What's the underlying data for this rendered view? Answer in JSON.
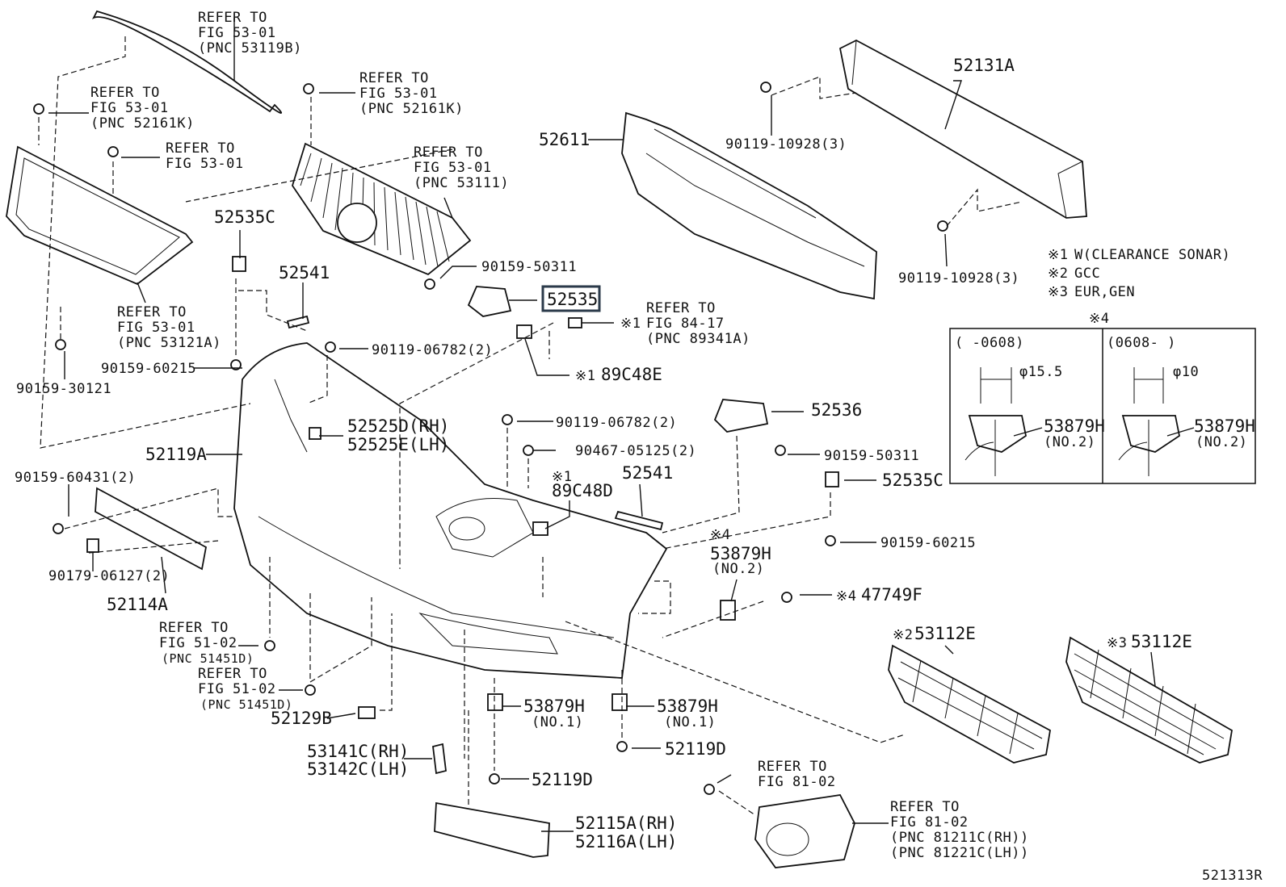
{
  "callouts": [
    {
      "id": "c1",
      "lines": [
        "REFER TO",
        "FIG 53-01",
        "(PNC 53119B)"
      ]
    },
    {
      "id": "c2",
      "lines": [
        "REFER TO",
        "FIG 53-01",
        "(PNC 52161K)"
      ]
    },
    {
      "id": "c3",
      "lines": [
        "REFER TO",
        "FIG 53-01",
        "(PNC 52161K)"
      ]
    },
    {
      "id": "c4",
      "lines": [
        "REFER TO",
        "FIG 53-01"
      ]
    },
    {
      "id": "c5",
      "lines": [
        "REFER TO",
        "FIG 53-01",
        "(PNC 53111)"
      ]
    },
    {
      "id": "c6",
      "lines": [
        "REFER TO",
        "FIG 53-01",
        "(PNC 53121A)"
      ]
    },
    {
      "id": "c7",
      "lines": [
        "REFER TO",
        "FIG 84-17",
        "(PNC 89341A)"
      ]
    },
    {
      "id": "c8",
      "lines": [
        "REFER TO",
        "FIG 51-02",
        "(PNC 51451D)"
      ]
    },
    {
      "id": "c9",
      "lines": [
        "REFER TO",
        "FIG 51-02",
        "(PNC 51451D)"
      ]
    },
    {
      "id": "c10",
      "lines": [
        "REFER TO",
        "FIG 81-02"
      ]
    },
    {
      "id": "c11",
      "lines": [
        "REFER TO",
        "FIG 81-02",
        "(PNC 81211C(RH))",
        "(PNC 81221C(LH))"
      ]
    }
  ],
  "parts": [
    {
      "id": "p52131A",
      "text": "52131A"
    },
    {
      "id": "p52611",
      "text": "52611"
    },
    {
      "id": "p90119a",
      "text": "90119-10928(3)"
    },
    {
      "id": "p90119b",
      "text": "90119-10928(3)"
    },
    {
      "id": "p52535C_1",
      "text": "52535C"
    },
    {
      "id": "p52541_1",
      "text": "52541"
    },
    {
      "id": "p90159_50311a",
      "text": "90159-50311"
    },
    {
      "id": "p52535",
      "text": "52535"
    },
    {
      "id": "p90159_60215a",
      "text": "90159-60215"
    },
    {
      "id": "p90159_30121",
      "text": "90159-30121"
    },
    {
      "id": "p90119_06782a",
      "text": "90119-06782(2)"
    },
    {
      "id": "p89C48E",
      "text": "89C48E"
    },
    {
      "id": "p52525D",
      "text": "52525D(RH)"
    },
    {
      "id": "p52525E",
      "text": "52525E(LH)"
    },
    {
      "id": "p52119A",
      "text": "52119A"
    },
    {
      "id": "p90119_06782b",
      "text": "90119-06782(2)"
    },
    {
      "id": "p90467",
      "text": "90467-05125(2)"
    },
    {
      "id": "p52536",
      "text": "52536"
    },
    {
      "id": "p90159_50311b",
      "text": "90159-50311"
    },
    {
      "id": "p90159_60431",
      "text": "90159-60431(2)"
    },
    {
      "id": "p89C48D",
      "text": "89C48D"
    },
    {
      "id": "p52541_2",
      "text": "52541"
    },
    {
      "id": "p52535C_2",
      "text": "52535C"
    },
    {
      "id": "p90159_60215b",
      "text": "90159-60215"
    },
    {
      "id": "p90179",
      "text": "90179-06127(2)"
    },
    {
      "id": "p52114A",
      "text": "52114A"
    },
    {
      "id": "p53879H_a",
      "text": "53879H"
    },
    {
      "id": "p47749F",
      "text": "47749F"
    },
    {
      "id": "p53112E_a",
      "text": "53112E"
    },
    {
      "id": "p53112E_b",
      "text": "53112E"
    },
    {
      "id": "p52129B",
      "text": "52129B"
    },
    {
      "id": "p53879H_b",
      "text": "53879H"
    },
    {
      "id": "p53879H_c",
      "text": "53879H"
    },
    {
      "id": "p53141C",
      "text": "53141C(RH)"
    },
    {
      "id": "p53142C",
      "text": "53142C(LH)"
    },
    {
      "id": "p52119D_a",
      "text": "52119D"
    },
    {
      "id": "p52119D_b",
      "text": "52119D"
    },
    {
      "id": "p52115A",
      "text": "52115A(RH)"
    },
    {
      "id": "p52116A",
      "text": "52116A(LH)"
    },
    {
      "id": "p53879H_d",
      "text": "53879H"
    },
    {
      "id": "p53879H_e",
      "text": "53879H"
    }
  ],
  "sub_labels": {
    "no1_a": "(NO.1)",
    "no1_b": "(NO.1)",
    "no2_a": "(NO.2)",
    "no2_b": "(NO.2)",
    "no2_c": "(NO.2)"
  },
  "markers": {
    "m1a": "※1",
    "m1b": "※1",
    "m1c": "※1",
    "m4a": "※4",
    "m4b": "※4",
    "m2": "※2",
    "m3": "※3"
  },
  "notes": [
    {
      "mark": "※1",
      "text": "W(CLEARANCE SONAR)"
    },
    {
      "mark": "※2",
      "text": "GCC"
    },
    {
      "mark": "※3",
      "text": "EUR,GEN"
    }
  ],
  "inset": {
    "title": "※4",
    "left_header": "(      -0608)",
    "right_header": "(0608-      )",
    "left_dim": "φ15.5",
    "right_dim": "φ10"
  },
  "figure_id": "521313R",
  "colors": {
    "ink": "#111111",
    "highlight_box": "#2b3a4a",
    "background": "#ffffff"
  }
}
